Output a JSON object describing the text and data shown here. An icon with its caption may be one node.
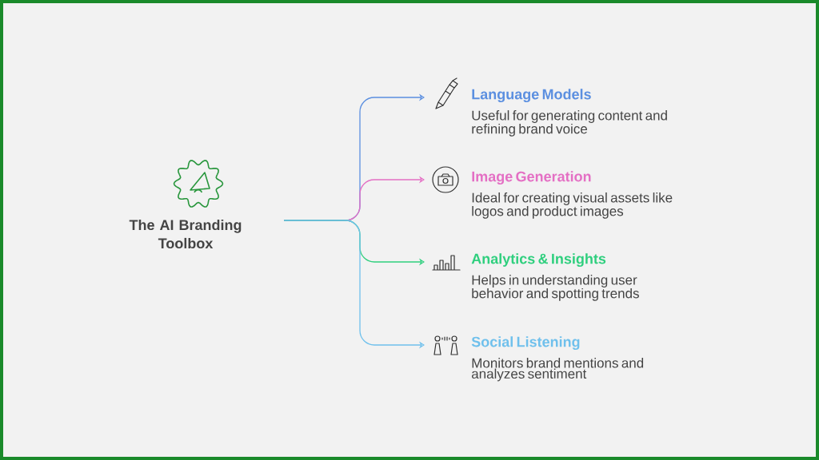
{
  "diagram": {
    "nodes": [
      {
        "text": [
          "The AI Branding Toolbox"
        ]
      },
      {
        "text": [
          "Language Models",
          "Useful for generating content and refining brand voice"
        ]
      },
      {
        "text": [
          "Image Generation",
          "Ideal for creating visual assets like logos and product images"
        ]
      },
      {
        "text": [
          "Analytics & Insights",
          "Helps in understanding user behavior and spotting trends"
        ]
      },
      {
        "text": [
          "Social Listening",
          "Monitors brand mentions and analyzes sentiment"
        ]
      }
    ],
    "edges": [
      {
        "from": 0,
        "to": 1,
        "arrow": "to",
        "color": "#5b8fe0"
      },
      {
        "from": 0,
        "to": 2,
        "arrow": "to",
        "color": "#e46fc4"
      },
      {
        "from": 0,
        "to": 3,
        "arrow": "to",
        "color": "#2fcf7e"
      },
      {
        "from": 0,
        "to": 4,
        "arrow": "to",
        "color": "#6fc0ec"
      }
    ]
  }
}
